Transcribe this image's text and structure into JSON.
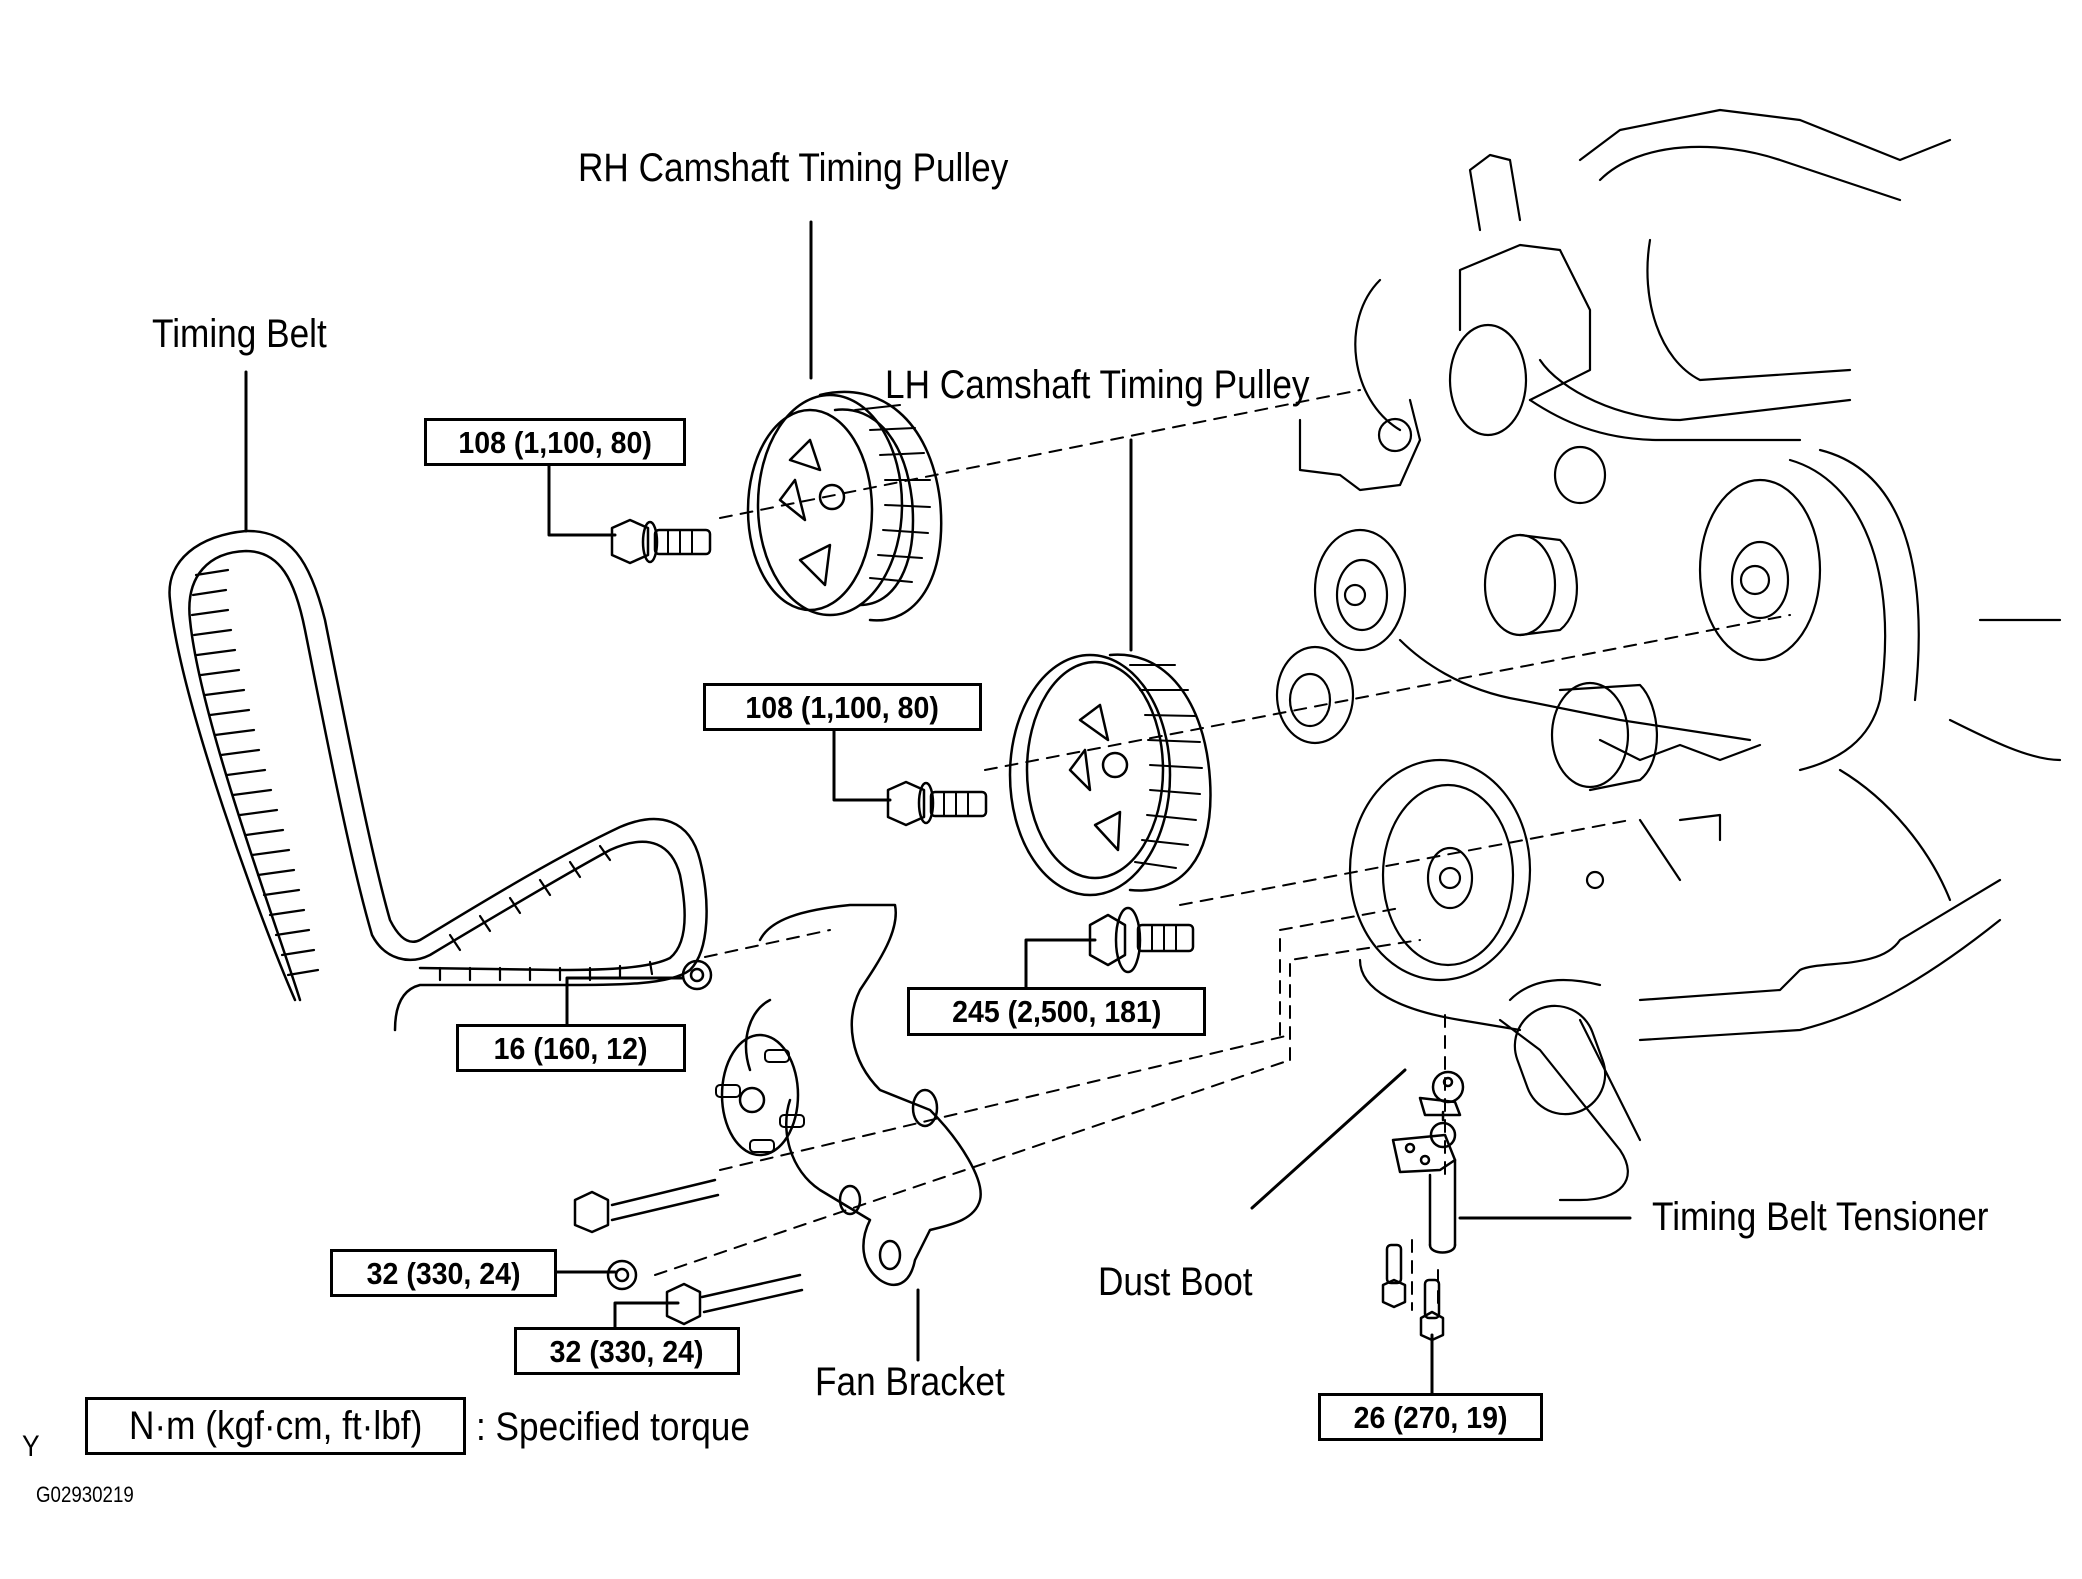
{
  "diagram": {
    "title": "Timing belt components exploded view",
    "part_labels": {
      "rh_camshaft_pulley": "RH Camshaft Timing Pulley",
      "lh_camshaft_pulley": "LH Camshaft Timing Pulley",
      "timing_belt": "Timing Belt",
      "fan_bracket": "Fan Bracket",
      "dust_boot": "Dust Boot",
      "timing_belt_tensioner": "Timing Belt Tensioner"
    },
    "torque_specs": [
      {
        "id": "rh-pulley-bolt",
        "text": "108 (1,100, 80)",
        "nm": 108,
        "kgf_cm": 1100,
        "ft_lbf": 80
      },
      {
        "id": "lh-pulley-bolt",
        "text": "108 (1,100, 80)",
        "nm": 108,
        "kgf_cm": 1100,
        "ft_lbf": 80
      },
      {
        "id": "crank-bolt",
        "text": "245 (2,500, 181)",
        "nm": 245,
        "kgf_cm": 2500,
        "ft_lbf": 181
      },
      {
        "id": "idler-nut",
        "text": "16 (160, 12)",
        "nm": 16,
        "kgf_cm": 160,
        "ft_lbf": 12
      },
      {
        "id": "fan-bracket-nut",
        "text": "32 (330, 24)",
        "nm": 32,
        "kgf_cm": 330,
        "ft_lbf": 24
      },
      {
        "id": "fan-bracket-bolt",
        "text": "32 (330, 24)",
        "nm": 32,
        "kgf_cm": 330,
        "ft_lbf": 24
      },
      {
        "id": "tensioner-bolt",
        "text": "26 (270, 19)",
        "nm": 26,
        "kgf_cm": 270,
        "ft_lbf": 19
      }
    ],
    "legend": {
      "marker": "Y",
      "unit_box": "N·m (kgf·cm, ft·lbf)",
      "description": ": Specified torque"
    },
    "figure_code": "G02930219"
  }
}
